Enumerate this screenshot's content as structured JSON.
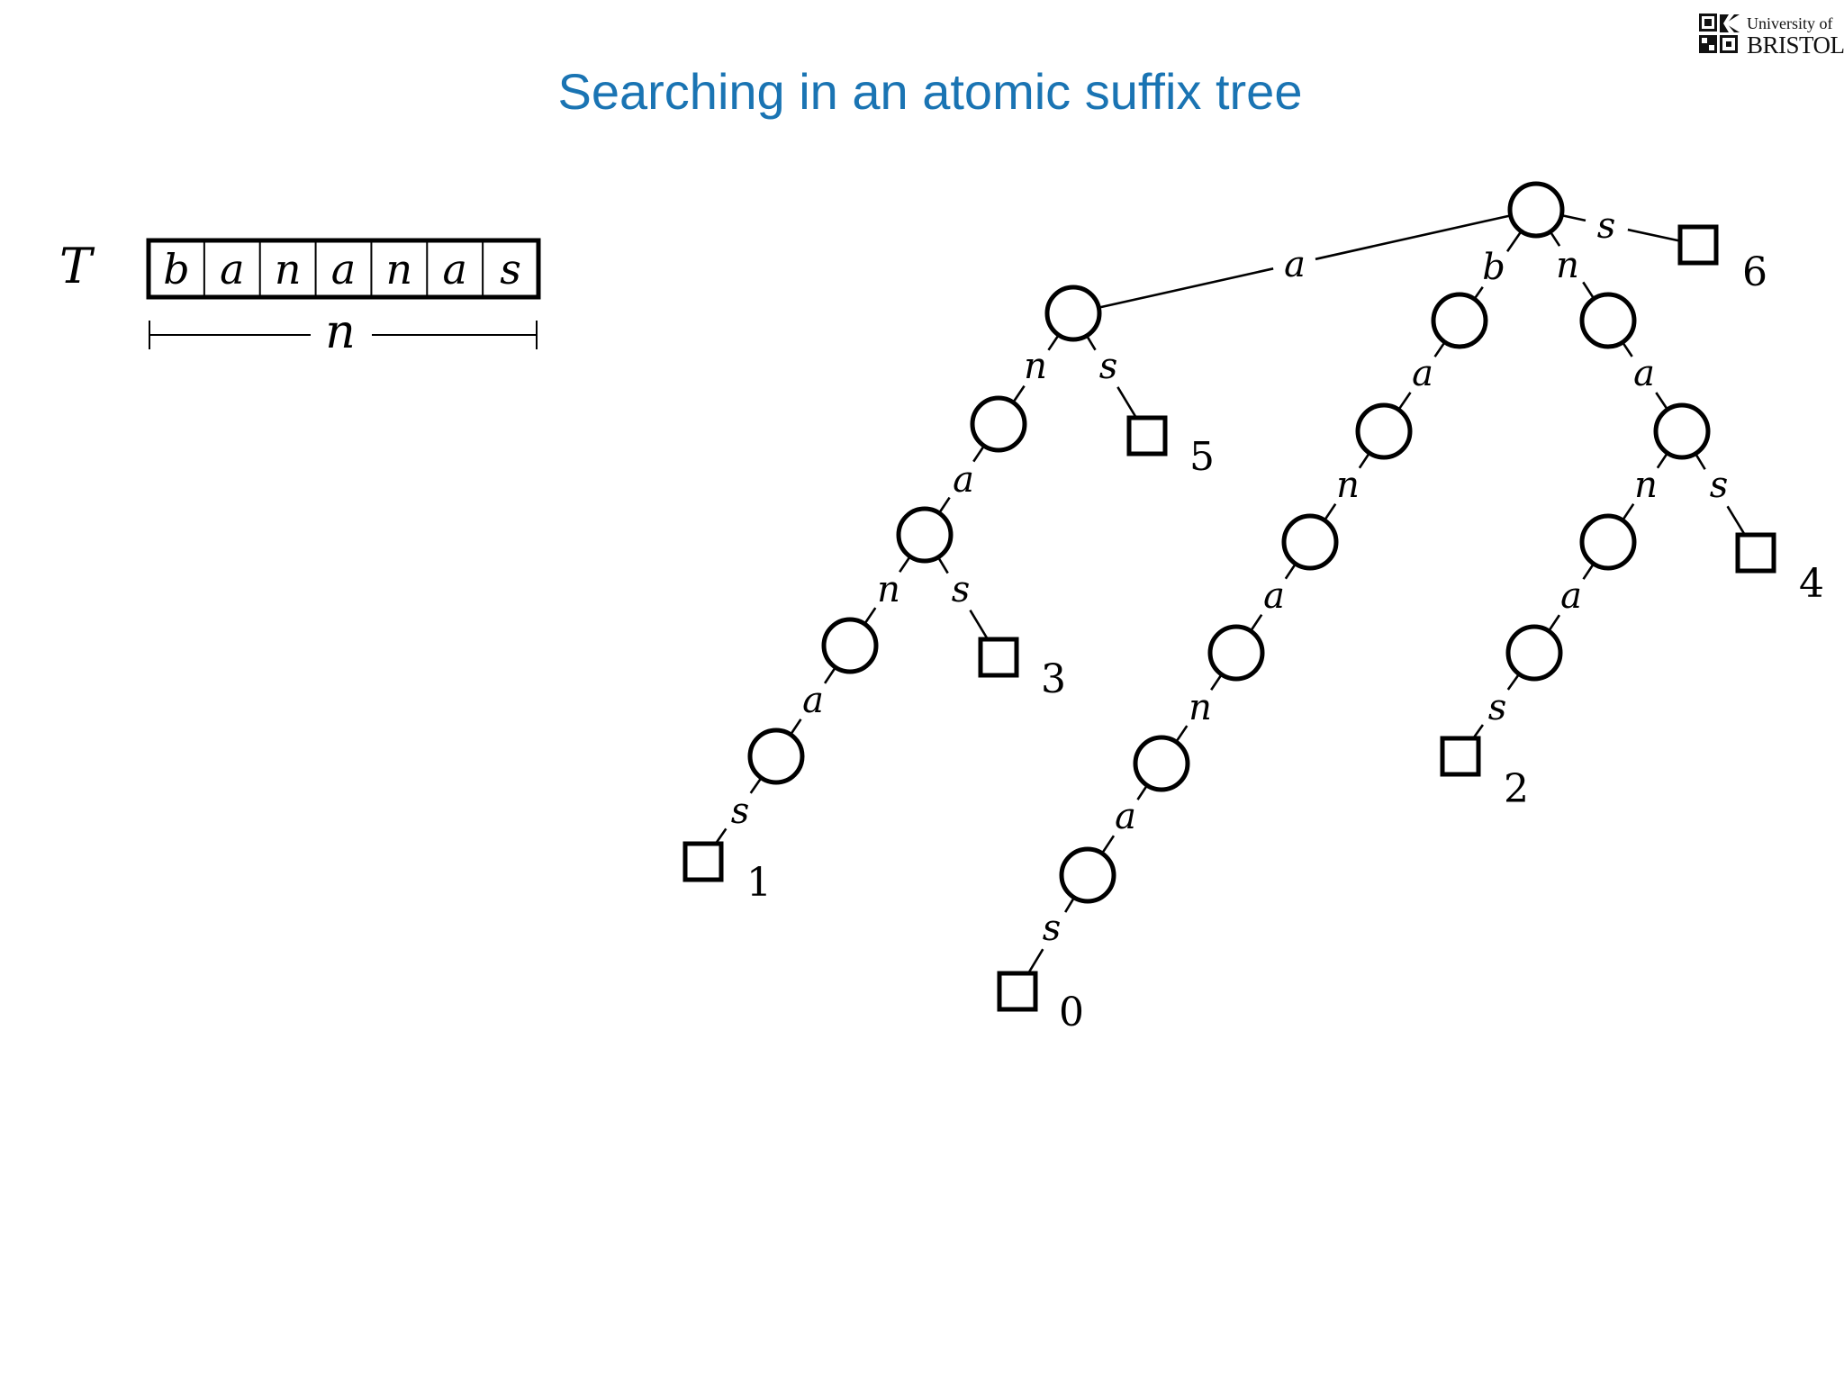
{
  "slide": {
    "title": "Searching in an atomic suffix tree"
  },
  "logo": {
    "line1": "University of",
    "line2": "BRISTOL"
  },
  "text_array": {
    "name": "T",
    "chars": [
      "b",
      "a",
      "n",
      "a",
      "n",
      "a",
      "s"
    ],
    "length_label": "n"
  },
  "tree": {
    "nodes": [
      {
        "id": "root",
        "type": "internal"
      },
      {
        "id": "a",
        "type": "internal"
      },
      {
        "id": "b",
        "type": "internal"
      },
      {
        "id": "n",
        "type": "internal"
      },
      {
        "id": "an",
        "type": "internal"
      },
      {
        "id": "ana",
        "type": "internal"
      },
      {
        "id": "anan",
        "type": "internal"
      },
      {
        "id": "anana",
        "type": "internal"
      },
      {
        "id": "ba",
        "type": "internal"
      },
      {
        "id": "ban",
        "type": "internal"
      },
      {
        "id": "bana",
        "type": "internal"
      },
      {
        "id": "banan",
        "type": "internal"
      },
      {
        "id": "banana",
        "type": "internal"
      },
      {
        "id": "na",
        "type": "internal"
      },
      {
        "id": "nan",
        "type": "internal"
      },
      {
        "id": "nana",
        "type": "internal"
      },
      {
        "id": "leaf6",
        "type": "leaf",
        "label": "6"
      },
      {
        "id": "leaf5",
        "type": "leaf",
        "label": "5"
      },
      {
        "id": "leaf3",
        "type": "leaf",
        "label": "3"
      },
      {
        "id": "leaf1",
        "type": "leaf",
        "label": "1"
      },
      {
        "id": "leaf0",
        "type": "leaf",
        "label": "0"
      },
      {
        "id": "leaf4",
        "type": "leaf",
        "label": "4"
      },
      {
        "id": "leaf2",
        "type": "leaf",
        "label": "2"
      }
    ],
    "edges": [
      {
        "from": "root",
        "to": "a",
        "label": "a"
      },
      {
        "from": "root",
        "to": "b",
        "label": "b"
      },
      {
        "from": "root",
        "to": "n",
        "label": "n"
      },
      {
        "from": "root",
        "to": "leaf6",
        "label": "s"
      },
      {
        "from": "a",
        "to": "an",
        "label": "n"
      },
      {
        "from": "a",
        "to": "leaf5",
        "label": "s"
      },
      {
        "from": "an",
        "to": "ana",
        "label": "a"
      },
      {
        "from": "ana",
        "to": "anan",
        "label": "n"
      },
      {
        "from": "ana",
        "to": "leaf3",
        "label": "s"
      },
      {
        "from": "anan",
        "to": "anana",
        "label": "a"
      },
      {
        "from": "anana",
        "to": "leaf1",
        "label": "s"
      },
      {
        "from": "b",
        "to": "ba",
        "label": "a"
      },
      {
        "from": "ba",
        "to": "ban",
        "label": "n"
      },
      {
        "from": "ban",
        "to": "bana",
        "label": "a"
      },
      {
        "from": "bana",
        "to": "banan",
        "label": "n"
      },
      {
        "from": "banan",
        "to": "banana",
        "label": "a"
      },
      {
        "from": "banana",
        "to": "leaf0",
        "label": "s"
      },
      {
        "from": "n",
        "to": "na",
        "label": "a"
      },
      {
        "from": "na",
        "to": "nan",
        "label": "n"
      },
      {
        "from": "na",
        "to": "leaf4",
        "label": "s"
      },
      {
        "from": "nan",
        "to": "nana",
        "label": "a"
      },
      {
        "from": "nana",
        "to": "leaf2",
        "label": "s"
      }
    ]
  }
}
